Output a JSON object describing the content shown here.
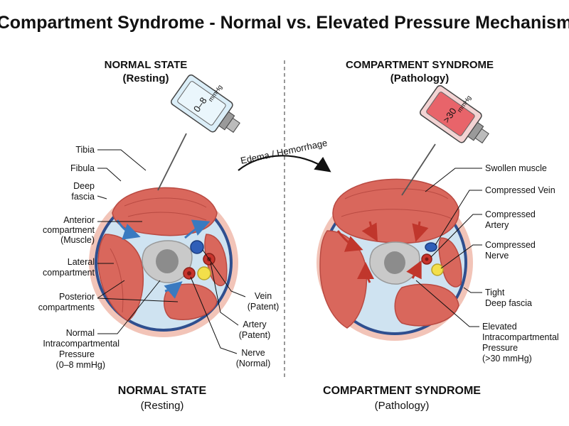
{
  "title": "Compartment Syndrome - Normal vs. Elevated Pressure Mechanism",
  "left": {
    "heading": "NORMAL STATE",
    "subheading": "(Resting)",
    "gauge_value": "0–8",
    "gauge_unit": "mmHg",
    "labels": {
      "tibia": "Tibia",
      "fibula": "Fibula",
      "deep_fascia_1": "Deep",
      "deep_fascia_2": "fascia",
      "anterior_1": "Anterior",
      "anterior_2": "compartment",
      "anterior_3": "(Muscle)",
      "lateral_1": "Lateral",
      "lateral_2": "compartment",
      "posterior_1": "Posterior",
      "posterior_2": "compartments",
      "pressure_1": "Normal",
      "pressure_2": "Intracompartmental",
      "pressure_3": "Pressure",
      "pressure_4": "(0–8 mmHg)",
      "vein_1": "Vein",
      "vein_2": "(Patent)",
      "artery_1": "Artery",
      "artery_2": "(Patent)",
      "nerve_1": "Nerve",
      "nerve_2": "(Normal)"
    },
    "footer_heading": "NORMAL STATE",
    "footer_sub": "(Resting)"
  },
  "transition_label": "Edema / Hemorrhage",
  "right": {
    "heading": "COMPARTMENT SYNDROME",
    "subheading": "(Pathology)",
    "gauge_value": ">30",
    "gauge_unit": "mmHg",
    "labels": {
      "swollen": "Swollen muscle",
      "comp_vein": "Compressed Vein",
      "comp_artery_1": "Compressed",
      "comp_artery_2": "Artery",
      "comp_nerve_1": "Compressed",
      "comp_nerve_2": "Nerve",
      "tight_1": "Tight",
      "tight_2": "Deep fascia",
      "elev_1": "Elevated",
      "elev_2": "Intracompartmental",
      "elev_3": "Pressure",
      "elev_4": "(>30 mmHg)"
    },
    "footer_heading": "COMPARTMENT SYNDROME",
    "footer_sub": "(Pathology)"
  },
  "colors": {
    "skin": "#f2c4b8",
    "fascia": "#2f4f8f",
    "fluid": "#cfe3f1",
    "muscle": "#d9675c",
    "muscle_dark": "#b94a42",
    "bone": "#c9c9c9",
    "marrow": "#8c8c8c",
    "vein": "#2f5fb8",
    "artery": "#c8342c",
    "nerve": "#f3df4a",
    "gauge_normal": "#dbeef8",
    "gauge_high": "#e8646a",
    "flow_arrow": "#3a7ac0",
    "press_arrow": "#c0362c"
  }
}
